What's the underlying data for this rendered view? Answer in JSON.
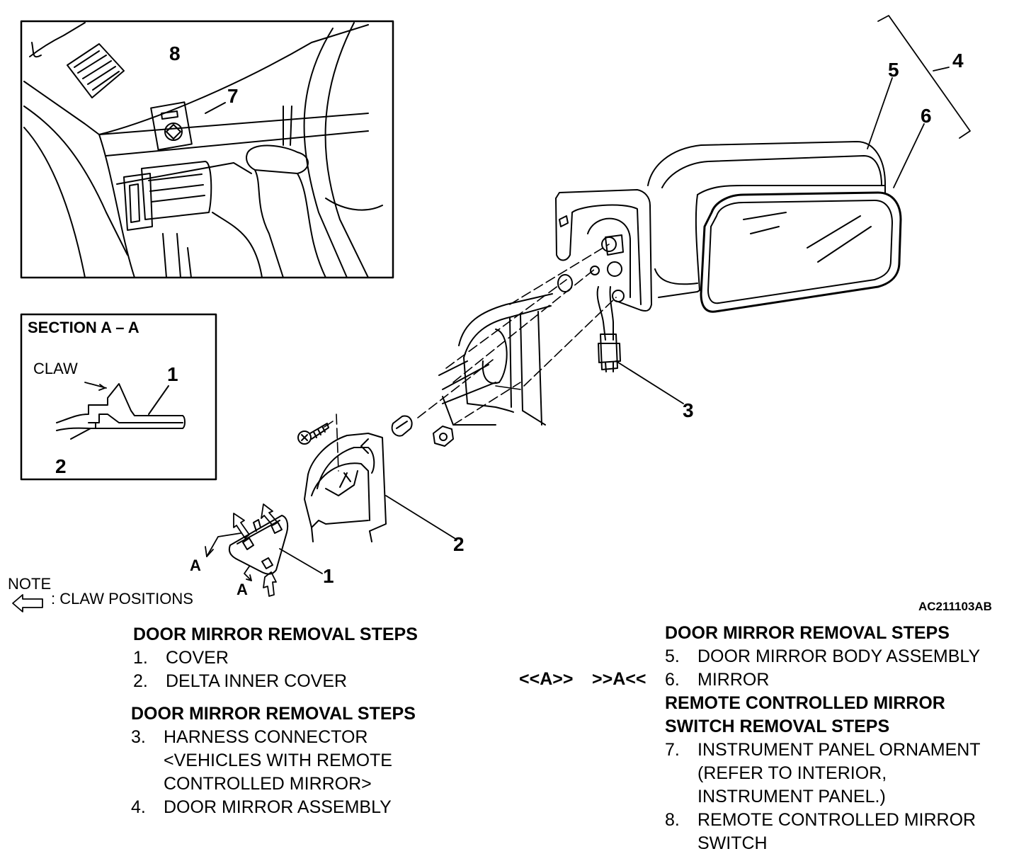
{
  "diagram": {
    "callouts": {
      "c1_section": "1",
      "c2_section": "2",
      "c1_cover": "1",
      "c2_delta": "2",
      "c3": "3",
      "c4": "4",
      "c5": "5",
      "c6": "6",
      "c7": "7",
      "c8": "8",
      "a1": "A",
      "a2": "A"
    },
    "section_title": "SECTION A – A",
    "claw_label": "CLAW",
    "note_label": "NOTE",
    "note_text": ": CLAW POSITIONS",
    "figure_code": "AC211103AB"
  },
  "steps_left": {
    "group1": {
      "heading": "DOOR MIRROR REMOVAL STEPS",
      "items": [
        {
          "num": "1.",
          "text": "COVER"
        },
        {
          "num": "2.",
          "text": "DELTA INNER COVER"
        }
      ]
    },
    "group2": {
      "heading": "DOOR MIRROR REMOVAL STEPS",
      "item3_num": "3.",
      "item3_line1": "HARNESS CONNECTOR",
      "item3_line2": "<VEHICLES WITH REMOTE",
      "item3_line3": "CONTROLLED MIRROR>",
      "item4_num": "4.",
      "item4_text": "DOOR MIRROR ASSEMBLY"
    }
  },
  "marks": {
    "left": "<<A>>",
    "right": ">>A<<"
  },
  "steps_right": {
    "group1": {
      "heading": "DOOR MIRROR REMOVAL STEPS",
      "items": [
        {
          "num": "5.",
          "text": "DOOR MIRROR BODY ASSEMBLY"
        },
        {
          "num": "6.",
          "text": "MIRROR"
        }
      ]
    },
    "group2": {
      "heading_line1": "REMOTE CONTROLLED MIRROR",
      "heading_line2": "SWITCH REMOVAL STEPS",
      "item7_num": "7.",
      "item7_line1": "INSTRUMENT PANEL ORNAMENT",
      "item7_line2": "(REFER TO INTERIOR,",
      "item7_line3": "INSTRUMENT PANEL.)",
      "item8_num": "8.",
      "item8_line1": "REMOTE CONTROLLED MIRROR",
      "item8_line2": "SWITCH"
    }
  }
}
